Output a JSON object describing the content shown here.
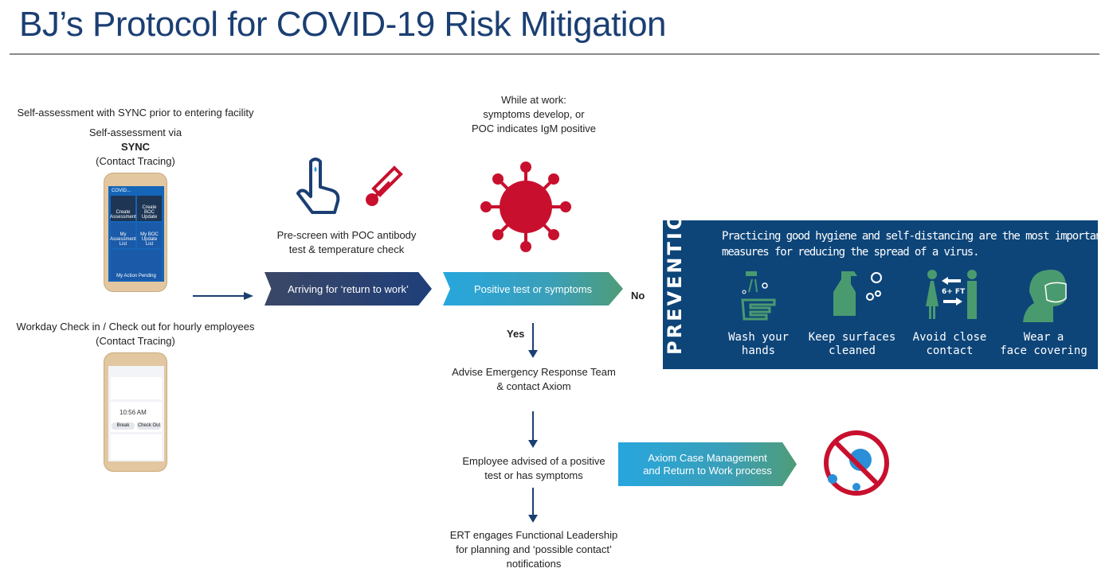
{
  "title": "BJ’s Protocol for COVID-19 Risk Mitigation",
  "left": {
    "heading": "Self-assessment with SYNC prior to entering facility",
    "sync_line1": "Self-assessment via",
    "sync_line2": "SYNC",
    "sync_line3": "(Contact Tracing)",
    "phone1": {
      "app": "COVID...",
      "tiles": [
        "Create Assessment",
        "Create BOC Update",
        "My Assessment List",
        "My BOC Update List",
        "My Action Pending"
      ]
    },
    "workday_line1": "Workday Check in / Check out for hourly employees",
    "workday_line2": "(Contact Tracing)",
    "phone2": {
      "time": "10:56 AM",
      "buttons": [
        "Break",
        "Check Out"
      ]
    }
  },
  "prescreen": {
    "line1": "Pre-screen with POC antibody",
    "line2": "test & temperature check"
  },
  "while_at_work": {
    "line1": "While at work:",
    "line2": "symptoms develop, or",
    "line3": "POC indicates IgM positive"
  },
  "flow": {
    "arriving": "Arriving for ‘return to work’",
    "positive": "Positive test or symptoms",
    "no": "No",
    "yes": "Yes",
    "advise1": "Advise Emergency Response Team",
    "advise2": "& contact Axiom",
    "employee1": "Employee advised of a positive",
    "employee2": "test or has symptoms",
    "ert1": "ERT engages Functional Leadership",
    "ert2": "for planning and ‘possible contact’",
    "ert3": "notifications",
    "axiom1": "Axiom Case Management",
    "axiom2": "and Return to Work process"
  },
  "prevention": {
    "heading": "PREVENTION",
    "text1": "Practicing good hygiene and self-distancing are the most important",
    "text2": "measures for reducing the spread of a virus.",
    "distance": "6+ FT",
    "items": [
      {
        "l1": "Wash your",
        "l2": "hands"
      },
      {
        "l1": "Keep surfaces",
        "l2": "cleaned"
      },
      {
        "l1": "Avoid close",
        "l2": "contact"
      },
      {
        "l1": "Wear a",
        "l2": "face covering"
      }
    ]
  },
  "colors": {
    "title": "#1b3f73",
    "prevention_bg": "#0d4579",
    "icon_green": "#4a9a6f",
    "virus_red": "#c8102e"
  }
}
